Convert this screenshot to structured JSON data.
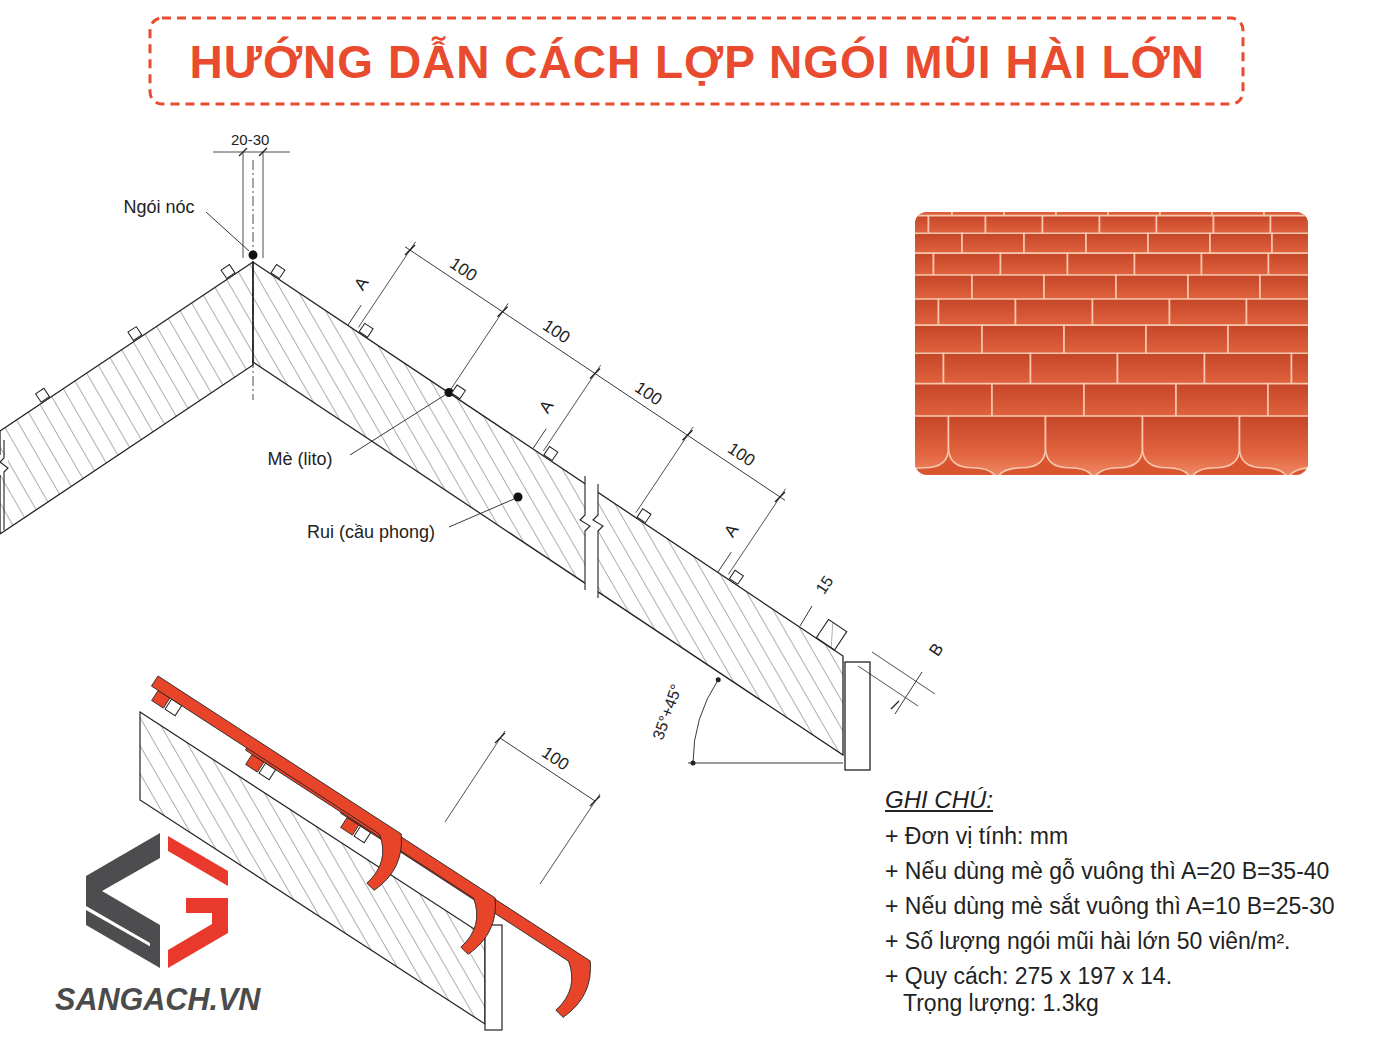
{
  "diagram": {
    "title": "HƯỚNG DẪN CÁCH LỢP NGÓI MŨI HÀI LỚN",
    "labels": [
      "20-30",
      "Ngói nóc",
      "A",
      "100",
      "100",
      "100",
      "100",
      "A",
      "Mè (lito)",
      "Rui (cầu phong)",
      "A",
      "15",
      "B",
      "35°+45°",
      "100",
      "GHI CHÚ:",
      "+ Đơn vị tính: mm",
      "+ Nếu dùng mè gỗ vuông thì A=20 B=35-40",
      "+ Nếu dùng mè sắt vuông thì A=10 B=25-30",
      "+ Số lượng ngói mũi hài lớn 50 viên/m².",
      "+ Quy cách: 275 x 197 x 14.",
      "Trọng lượng: 1.3kg",
      "SANGACH.VN"
    ]
  }
}
